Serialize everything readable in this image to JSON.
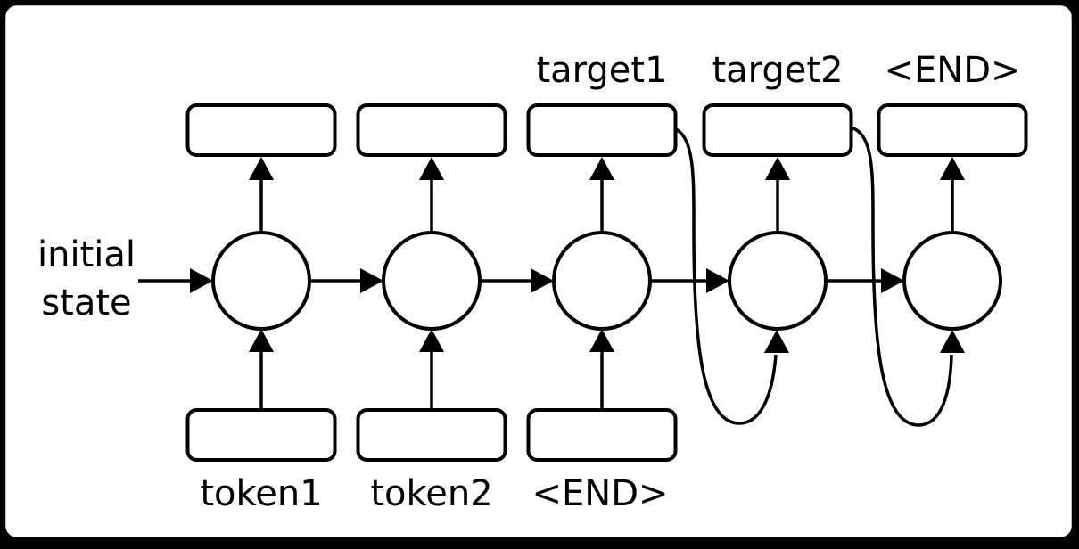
{
  "diagram": {
    "kind": "recurrent-sequence-to-sequence-network",
    "colors": {
      "ink": "#000000",
      "paper": "#ffffff",
      "canvas": "#000000"
    },
    "initial_state_label": {
      "line1": "initial",
      "line2": "state"
    },
    "top_labels": [
      {
        "column": 3,
        "text": "target1"
      },
      {
        "column": 4,
        "text": "target2"
      },
      {
        "column": 5,
        "text": "<END>"
      }
    ],
    "bottom_labels": [
      {
        "column": 1,
        "text": "token1"
      },
      {
        "column": 2,
        "text": "token2"
      },
      {
        "column": 3,
        "text": "<END>"
      }
    ],
    "structure": {
      "units": 5,
      "unit_shape": "circle",
      "io_shape": "rounded-rectangle",
      "input_boxes_under_units": [
        1,
        2,
        3
      ],
      "output_boxes_over_units": [
        1,
        2,
        3,
        4,
        5
      ],
      "state_chain": [
        "initial state→unit1",
        "unit1→unit2",
        "unit2→unit3",
        "unit3→unit4",
        "unit4→unit5"
      ],
      "feedback_edges": [
        "output3→unit4",
        "output4→unit5"
      ]
    }
  }
}
